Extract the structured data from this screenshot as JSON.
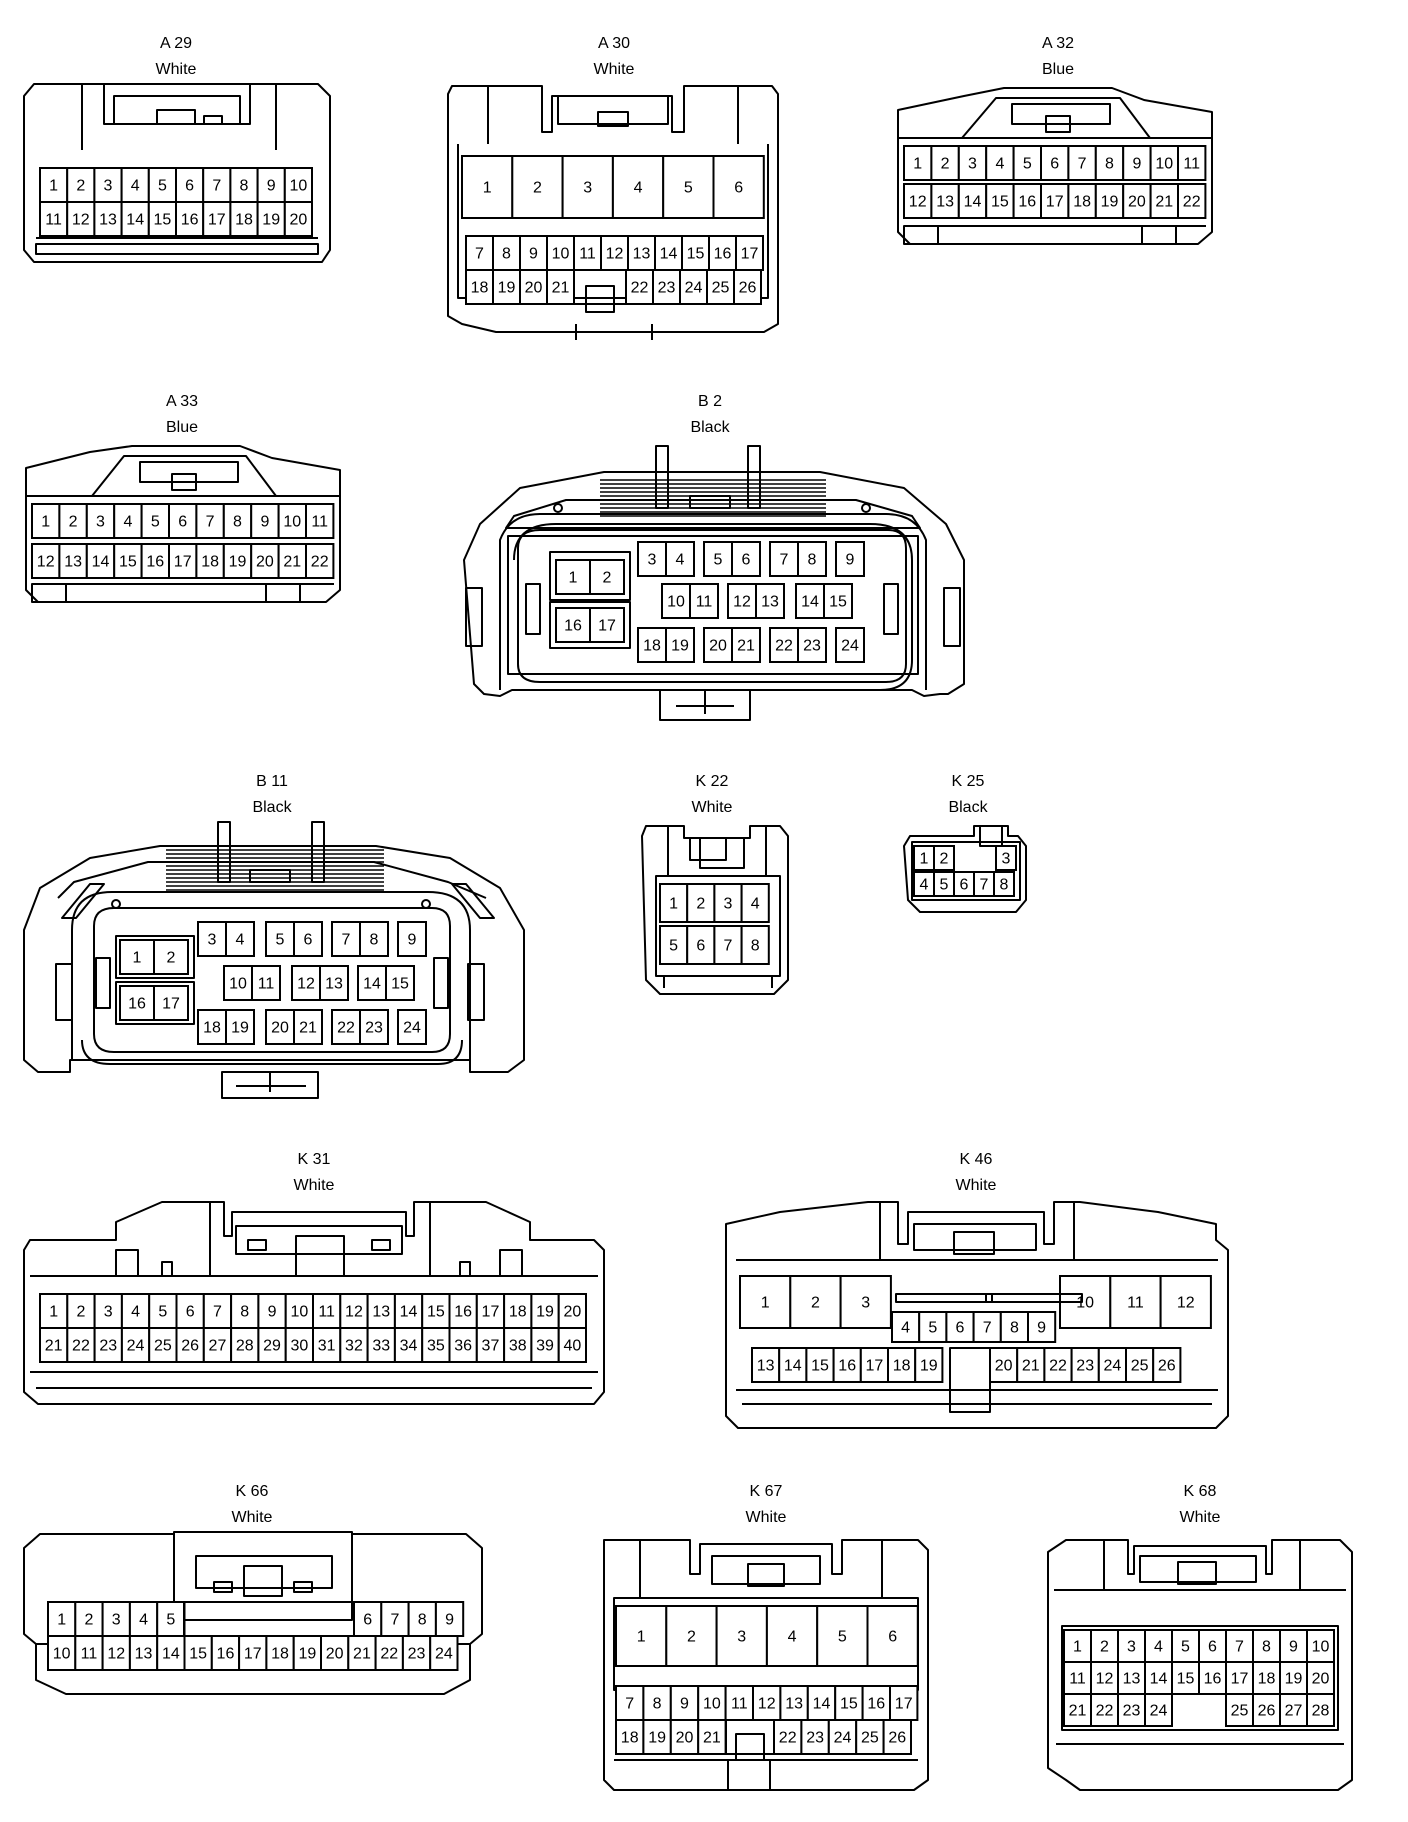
{
  "connectors": [
    {
      "id": "A 29",
      "color": "White"
    },
    {
      "id": "A 30",
      "color": "White"
    },
    {
      "id": "A 32",
      "color": "Blue"
    },
    {
      "id": "A 33",
      "color": "Blue"
    },
    {
      "id": "B 2",
      "color": "Black"
    },
    {
      "id": "B 11",
      "color": "Black"
    },
    {
      "id": "K 22",
      "color": "White"
    },
    {
      "id": "K 25",
      "color": "Black"
    },
    {
      "id": "K 31",
      "color": "White"
    },
    {
      "id": "K 46",
      "color": "White"
    },
    {
      "id": "K 66",
      "color": "White"
    },
    {
      "id": "K 67",
      "color": "White"
    },
    {
      "id": "K 68",
      "color": "White"
    }
  ]
}
